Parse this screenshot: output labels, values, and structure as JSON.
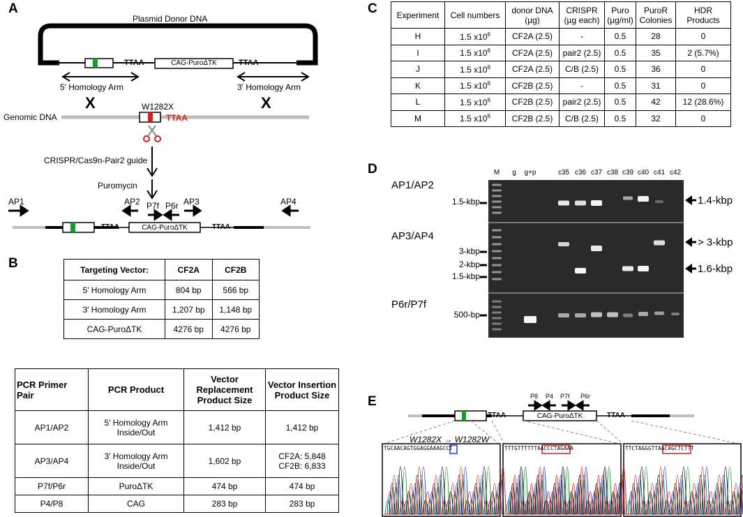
{
  "panelA": {
    "label": "A",
    "plasmid_title": "Plasmid Donor DNA",
    "ttaa": "TTAA",
    "cassette": "CAG-PuroΔTK",
    "arm5": "5′ Homology Arm",
    "arm3": "3′ Homology Arm",
    "x": "X",
    "genomic": "Genomic DNA",
    "mutation": "W1282X",
    "crispr": "CRISPR/Cas9n-Pair2 guide",
    "puromycin": "Puromycin",
    "primers": {
      "ap1": "AP1",
      "ap2": "AP2",
      "p7f": "P7f",
      "p6r": "P6r",
      "ap3": "AP3",
      "ap4": "AP4"
    },
    "colors": {
      "green": "#1a9b2e",
      "red": "#d81e1e",
      "grey": "#bdbdbd"
    }
  },
  "panelB": {
    "label": "B",
    "table1": {
      "headers": [
        "Targeting Vector:",
        "CF2A",
        "CF2B"
      ],
      "rows": [
        [
          "5′ Homology Arm",
          "804 bp",
          "566 bp"
        ],
        [
          "3′ Homology Arm",
          "1,207 bp",
          "1,148 bp"
        ],
        [
          "CAG-PuroΔTK",
          "4276 bp",
          "4276 bp"
        ]
      ]
    },
    "table2": {
      "headers": [
        "PCR Primer Pair",
        "PCR Product",
        "Vector Replacement Product Size",
        "Vector Insertion Product Size"
      ],
      "rows": [
        [
          "AP1/AP2",
          "5′ Homology Arm Inside/Out",
          "1,412 bp",
          "1,412 bp"
        ],
        [
          "AP3/AP4",
          "3′ Homology Arm Inside/Out",
          "1,602 bp",
          "CF2A: 5,848\nCF2B: 6,833"
        ],
        [
          "P7f/P6r",
          "PuroΔTK",
          "474 bp",
          "474 bp"
        ],
        [
          "P4/P8",
          "CAG",
          "283 bp",
          "283 bp"
        ]
      ]
    }
  },
  "panelC": {
    "label": "C",
    "headers": [
      "Experiment",
      "Cell numbers",
      "donor DNA (µg)",
      "CRISPR (µg each)",
      "Puro (µg/ml)",
      "PuroR Colonies",
      "HDR Products"
    ],
    "rows": [
      [
        "H",
        "1.5 x10",
        "CF2A (2.5)",
        "-",
        "0.5",
        "28",
        "0"
      ],
      [
        "I",
        "1.5 x10",
        "CF2A (2.5)",
        "pair2 (2.5)",
        "0.5",
        "35",
        "2 (5.7%)"
      ],
      [
        "J",
        "1.5 x10",
        "CF2A (2.5)",
        "C/B (2.5)",
        "0.5",
        "36",
        "0"
      ],
      [
        "K",
        "1.5 x10",
        "CF2B (2.5)",
        "-",
        "0.5",
        "31",
        "0"
      ],
      [
        "L",
        "1.5 x10",
        "CF2B (2.5)",
        "pair2 (2.5)",
        "0.5",
        "42",
        "12 (28.6%)"
      ],
      [
        "M",
        "1.5 x10",
        "CF2B (2.5)",
        "C/B (2.5)",
        "0.5",
        "32",
        "0"
      ]
    ],
    "exp": "6",
    "sup_r": "R"
  },
  "panelD": {
    "label": "D",
    "lanes": [
      "M",
      "g",
      "g+p",
      "c35",
      "c36",
      "c37",
      "c38",
      "c39",
      "c40",
      "c41",
      "c42"
    ],
    "gels": [
      {
        "name": "AP1/AP2",
        "markers": [
          "1.5-kbp"
        ],
        "right": [
          "1.4-kbp"
        ]
      },
      {
        "name": "AP3/AP4",
        "markers": [
          "3-kbp",
          "2-kbp",
          "1.5-kbp"
        ],
        "right": [
          "> 3-kbp",
          "1.6-kbp"
        ]
      },
      {
        "name": "P6r/P7f",
        "markers": [
          "500-bp"
        ],
        "right": []
      }
    ]
  },
  "panelE": {
    "label": "E",
    "primers": [
      "P8",
      "P4",
      "P7f",
      "P6r"
    ],
    "ttaa": "TTAA",
    "cassette": "CAG-PuroΔTK",
    "mutation_text": "W1282X → W1282W",
    "seq1": "TGCAACAGTGGAGGAAAGCCT",
    "seq2": "TTTGTTTTTTAACCCTAGAAA",
    "seq3": "TTCTAGGGTTAACAGCTCTTT"
  }
}
